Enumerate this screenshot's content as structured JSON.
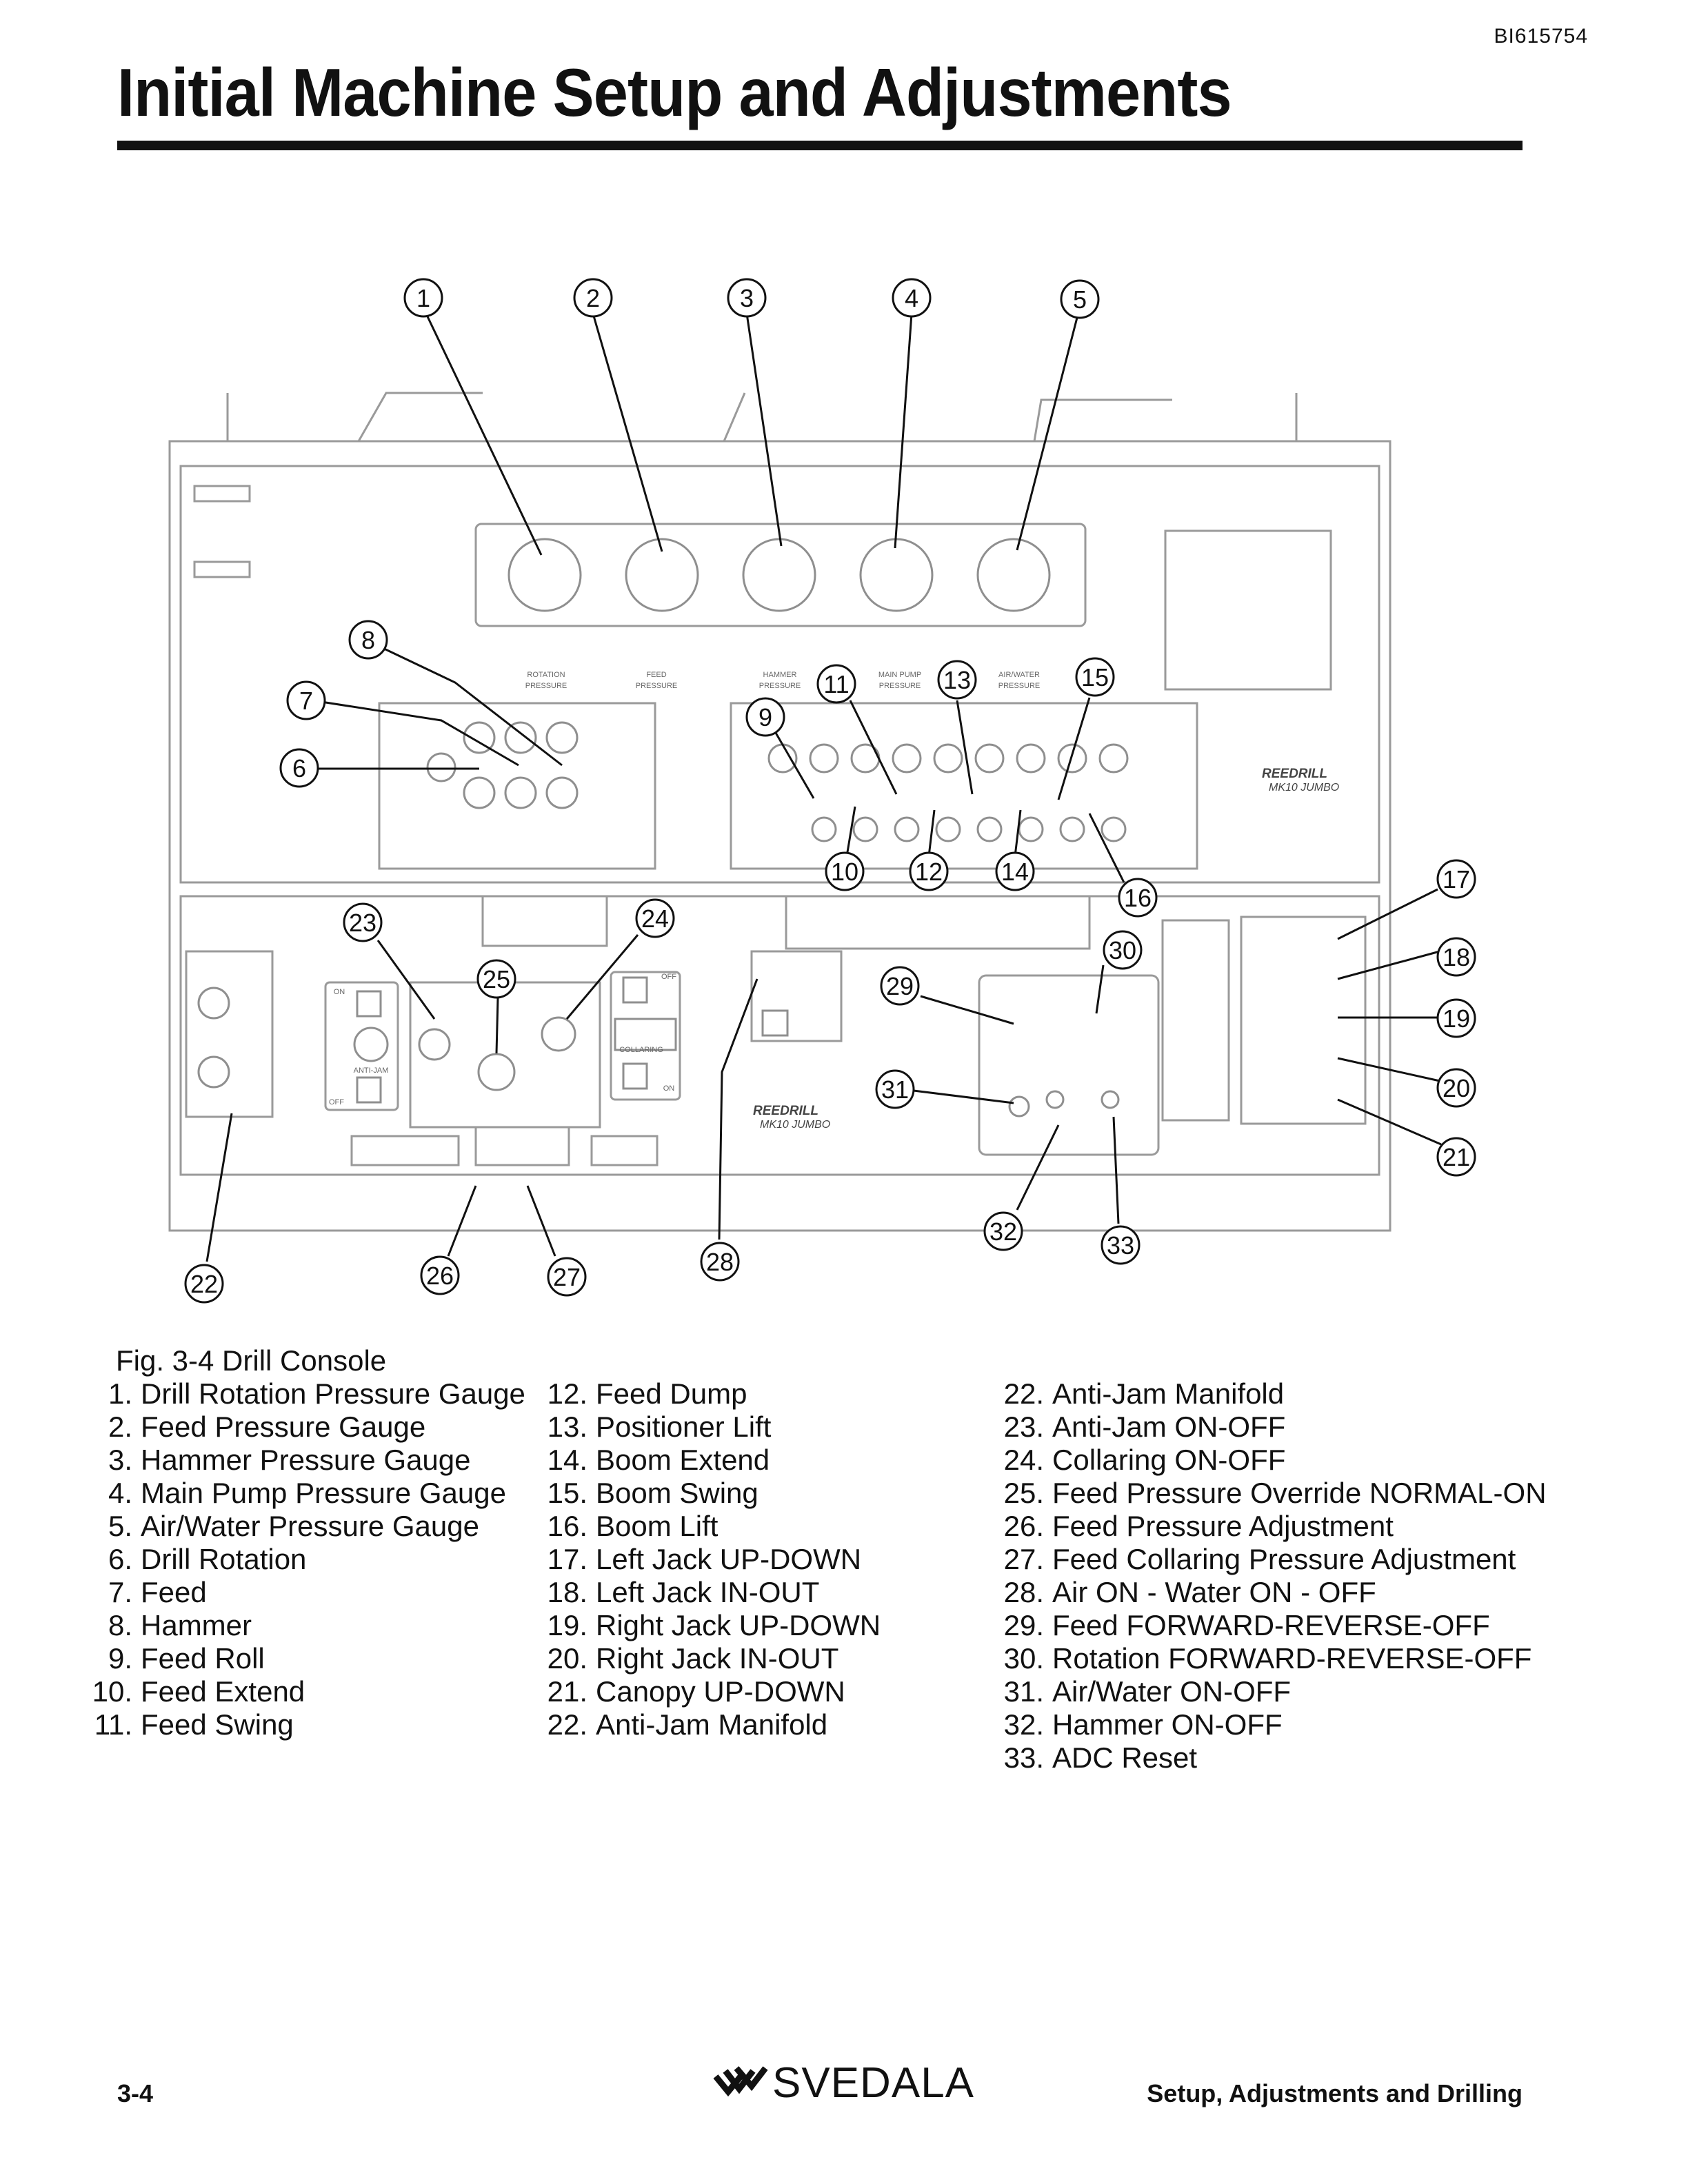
{
  "doc_id": "BI615754",
  "title": "Initial Machine Setup and Adjustments",
  "figure": {
    "gauge_labels": [
      {
        "l1": "ROTATION",
        "l2": "PRESSURE"
      },
      {
        "l1": "FEED",
        "l2": "PRESSURE"
      },
      {
        "l1": "HAMMER",
        "l2": "PRESSURE"
      },
      {
        "l1": "MAIN PUMP",
        "l2": "PRESSURE"
      },
      {
        "l1": "AIR/WATER",
        "l2": "PRESSURE"
      }
    ],
    "brand_right": {
      "name": "REEDRILL",
      "model": "MK10  JUMBO"
    },
    "brand_lower": {
      "name": "REEDRILL",
      "model": "MK10  JUMBO"
    },
    "switch_labels": {
      "on": "ON",
      "off": "OFF",
      "anti_jam": "ANTI-JAM",
      "collaring": "COLLARING"
    },
    "callouts": [
      "1",
      "2",
      "3",
      "4",
      "5",
      "6",
      "7",
      "8",
      "9",
      "10",
      "11",
      "12",
      "13",
      "14",
      "15",
      "16",
      "17",
      "18",
      "19",
      "20",
      "21",
      "22",
      "23",
      "24",
      "25",
      "26",
      "27",
      "28",
      "29",
      "30",
      "31",
      "32",
      "33"
    ]
  },
  "caption": "Fig. 3-4  Drill Console",
  "legend": {
    "col1": [
      {
        "num": "1.",
        "text": "Drill Rotation Pressure Gauge"
      },
      {
        "num": "2.",
        "text": "Feed Pressure Gauge"
      },
      {
        "num": "3.",
        "text": "Hammer Pressure Gauge"
      },
      {
        "num": "4.",
        "text": "Main Pump Pressure Gauge"
      },
      {
        "num": "5.",
        "text": "Air/Water Pressure Gauge"
      },
      {
        "num": "6.",
        "text": "Drill Rotation"
      },
      {
        "num": "7.",
        "text": "Feed"
      },
      {
        "num": "8.",
        "text": "Hammer"
      },
      {
        "num": "9.",
        "text": "Feed Roll"
      },
      {
        "num": "10.",
        "text": "Feed Extend"
      },
      {
        "num": "11.",
        "text": "Feed Swing"
      }
    ],
    "col2": [
      {
        "num": "12.",
        "text": "Feed Dump"
      },
      {
        "num": "13.",
        "text": "Positioner Lift"
      },
      {
        "num": "14.",
        "text": "Boom Extend"
      },
      {
        "num": "15.",
        "text": "Boom Swing"
      },
      {
        "num": "16.",
        "text": "Boom Lift"
      },
      {
        "num": "17.",
        "text": "Left Jack UP-DOWN"
      },
      {
        "num": "18.",
        "text": "Left Jack IN-OUT"
      },
      {
        "num": "19.",
        "text": "Right Jack UP-DOWN"
      },
      {
        "num": "20.",
        "text": "Right Jack IN-OUT"
      },
      {
        "num": "21.",
        "text": "Canopy UP-DOWN"
      },
      {
        "num": "22.",
        "text": "Anti-Jam Manifold"
      }
    ],
    "col3": [
      {
        "num": "22.",
        "text": "Anti-Jam Manifold"
      },
      {
        "num": "23.",
        "text": "Anti-Jam ON-OFF"
      },
      {
        "num": "24.",
        "text": "Collaring ON-OFF"
      },
      {
        "num": "25.",
        "text": "Feed Pressure Override NORMAL-ON"
      },
      {
        "num": "26.",
        "text": "Feed Pressure Adjustment"
      },
      {
        "num": "27.",
        "text": "Feed Collaring Pressure Adjustment"
      },
      {
        "num": "28.",
        "text": "Air ON - Water ON - OFF"
      },
      {
        "num": "29.",
        "text": "Feed FORWARD-REVERSE-OFF"
      },
      {
        "num": "30.",
        "text": "Rotation FORWARD-REVERSE-OFF"
      },
      {
        "num": "31.",
        "text": "Air/Water ON-OFF"
      },
      {
        "num": "32.",
        "text": "Hammer ON-OFF"
      },
      {
        "num": "33.",
        "text": "ADC Reset"
      }
    ]
  },
  "footer": {
    "page": "3-4",
    "logo_text": "SVEDALA",
    "logo_icon": "svedala-logo-icon",
    "section": "Setup, Adjustments and Drilling"
  }
}
